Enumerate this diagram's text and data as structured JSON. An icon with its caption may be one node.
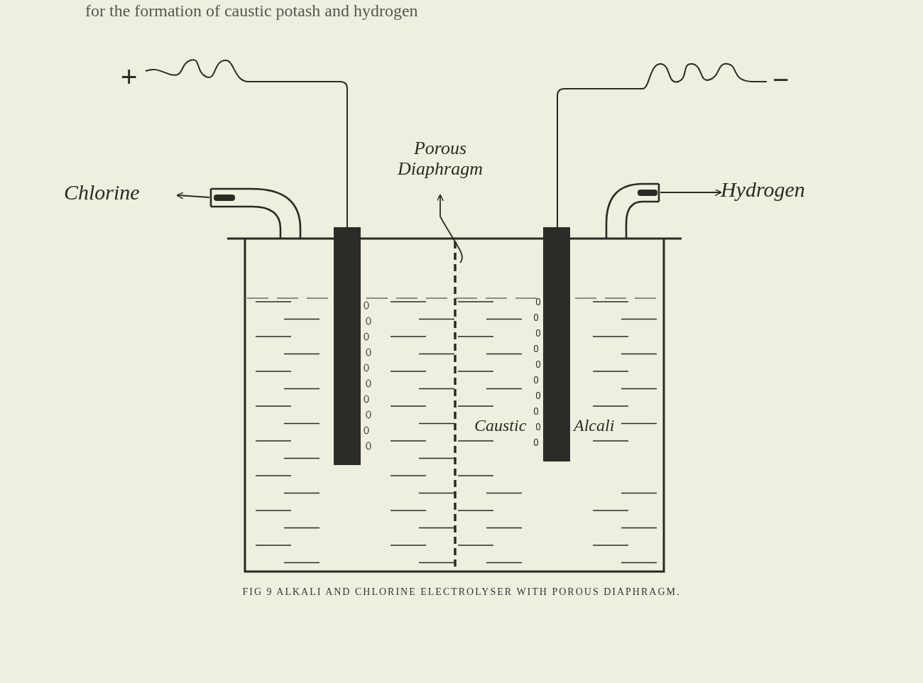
{
  "diagram": {
    "caption": "FIG 9 ALKALI AND CHLORINE ELECTROLYSER WITH POROUS DIAPHRAGM.",
    "nodes": [
      {
        "text": [
          "Chlorine"
        ]
      },
      {
        "text": [],
        "shape": "pipe"
      },
      {
        "text": [
          "Porous Diaphragm"
        ]
      },
      {
        "text": [],
        "shape": "bar"
      },
      {
        "text": [],
        "shape": "pipe"
      },
      {
        "text": [
          "Hydrogen"
        ]
      }
    ],
    "edges": [
      {
        "from": 1,
        "to": 0,
        "arrow": "to"
      },
      {
        "from": 3,
        "to": 2,
        "arrow": "to"
      },
      {
        "from": 4,
        "to": 5,
        "arrow": "to"
      }
    ],
    "labels": [
      "for the formation of caustic potash and hydrogen",
      "+",
      "−",
      "Caustic",
      "Alcali"
    ]
  }
}
